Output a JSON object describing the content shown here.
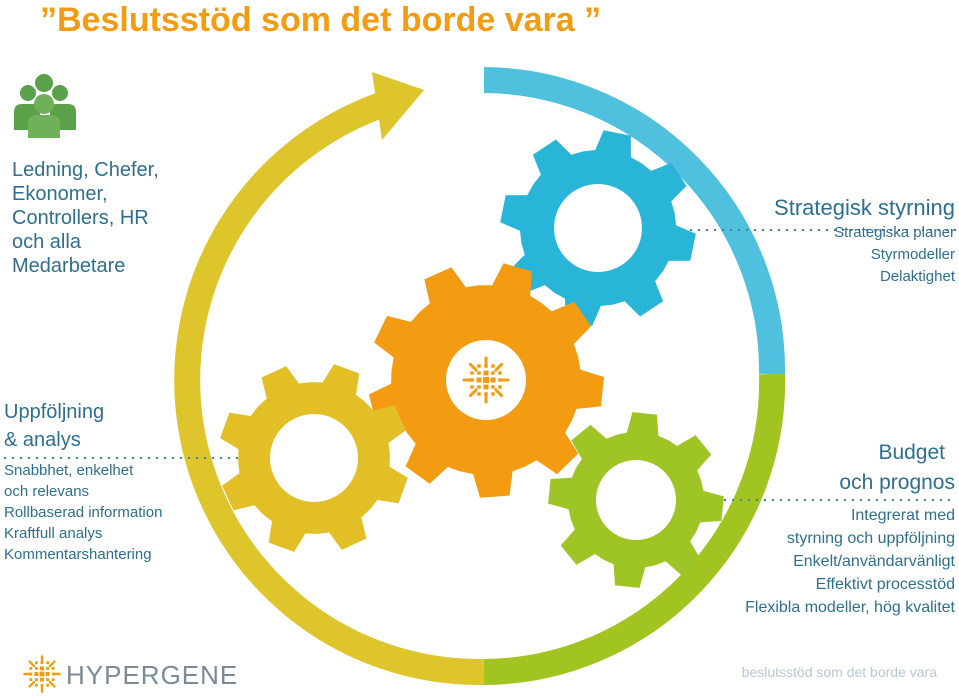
{
  "title": "”Beslutsstöd som det borde vara ”",
  "audience": {
    "icon": "people-group-icon",
    "lines": [
      "Ledning, Chefer,",
      "Ekonomer,",
      "Controllers, HR",
      "och alla",
      "Medarbetare"
    ]
  },
  "strategic": {
    "title": "Strategisk styrning",
    "items": [
      "Strategiska planer",
      "Styrmodeller",
      "Delaktighet"
    ]
  },
  "followup": {
    "title_lines": [
      "Uppföljning",
      "& analys"
    ],
    "items": [
      "Snabbhet, enkelhet",
      "och relevans",
      "Rollbaserad information",
      "Kraftfull analys",
      "Kommentarshantering"
    ]
  },
  "budget": {
    "title_lines": [
      "Budget",
      "och prognos"
    ],
    "items": [
      "Integrerat med",
      "styrning och uppföljning",
      "Enkelt/användarvänligt",
      "Effektivt processtöd",
      "Flexibla modeller, hög kvalitet"
    ]
  },
  "brand": {
    "name": "HYPERGENE",
    "icon": "hypergene-logo-icon"
  },
  "footer": "beslutsstöd som det borde vara",
  "colors": {
    "orange": "#f39c12",
    "blue": "#29b5d8",
    "yellow": "#e2bf27",
    "green": "#9ec525",
    "text": "#2e6f8e",
    "icon_green": "#5aa14a"
  }
}
